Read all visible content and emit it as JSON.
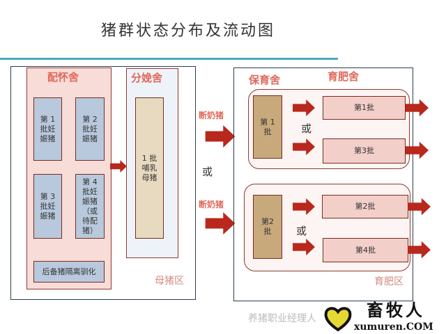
{
  "title": "猪群状态分布及流动图",
  "sow_area": {
    "zone_label": "母猪区",
    "breeding_house": {
      "label": "配怀舍",
      "pens": [
        "第 1 批妊娠猪",
        "第 2 批妊娠猪",
        "第 3 批妊娠猪",
        "第 4 批妊娠猪（或待配猪）"
      ],
      "gilt_pen": "后备猪隔离驯化"
    },
    "farrowing_house": {
      "label": "分娩舍",
      "pen": "1 批哺乳母猪"
    }
  },
  "transfer": {
    "weaned_label_1": "断奶猪",
    "weaned_label_2": "断奶猪",
    "or_label": "或"
  },
  "finishing_area": {
    "zone_label": "育肥区",
    "nursery_label": "保育舍",
    "finishing_label": "育肥舍",
    "groups": [
      {
        "nursery_pen": "第 1 批",
        "or_label": "或",
        "batches": [
          "第1批",
          "第3批"
        ]
      },
      {
        "nursery_pen": "第2 批",
        "or_label": "或",
        "batches": [
          "第2批",
          "第4批"
        ]
      }
    ]
  },
  "watermark": {
    "cn": "畜牧人",
    "faded": "养猪职业经理人",
    "url": "xumuren.COM"
  },
  "colors": {
    "arrow": "#b8281c",
    "accent": "#e0685a",
    "rule": "#4aa8b8"
  }
}
